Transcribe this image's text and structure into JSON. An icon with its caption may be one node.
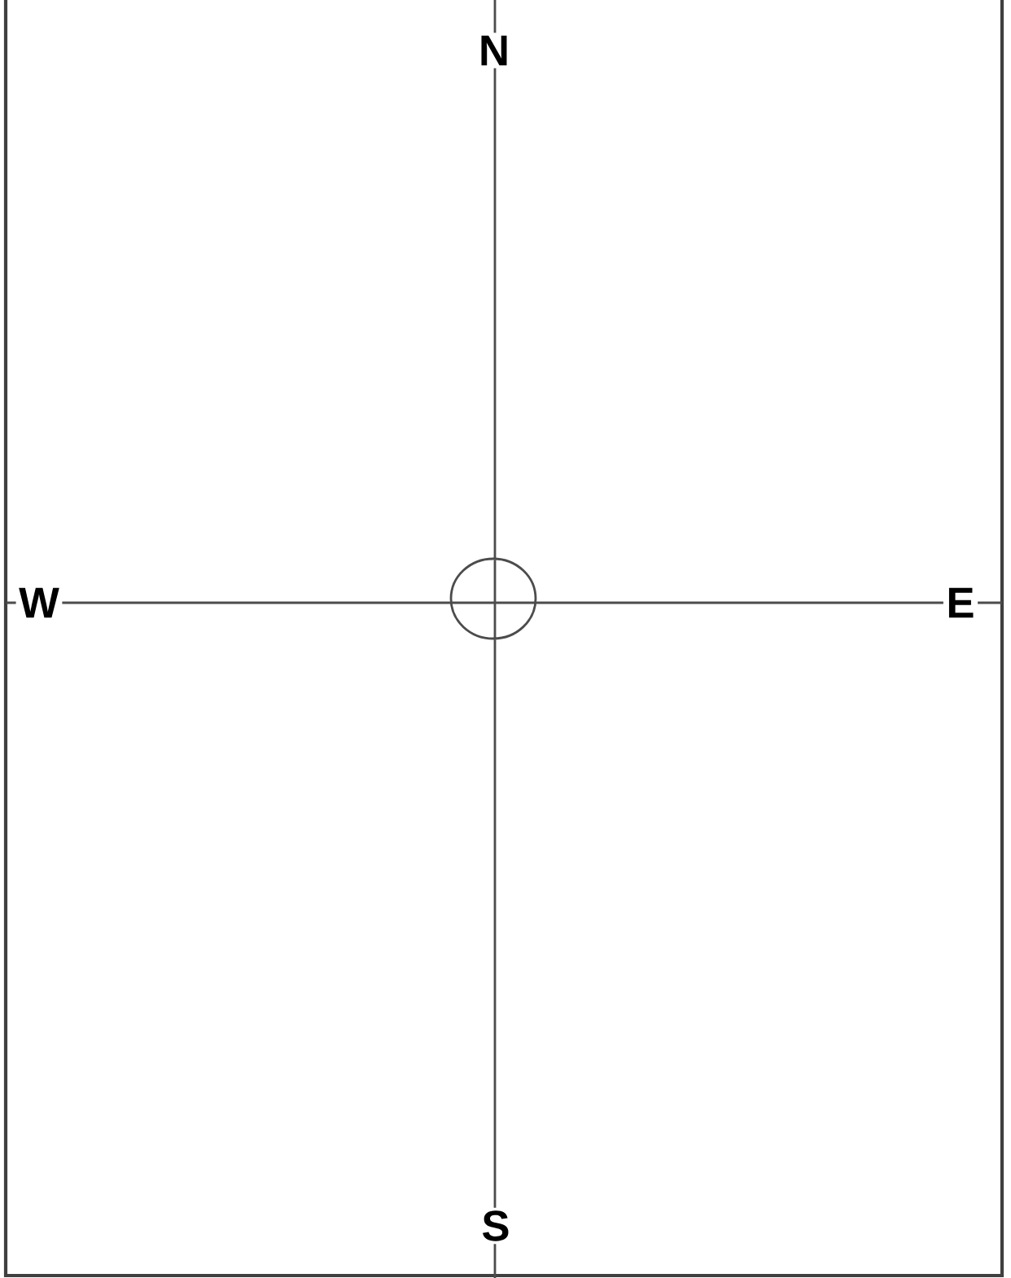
{
  "diagram": {
    "labels": [
      "N",
      "W",
      "E",
      "S"
    ]
  }
}
